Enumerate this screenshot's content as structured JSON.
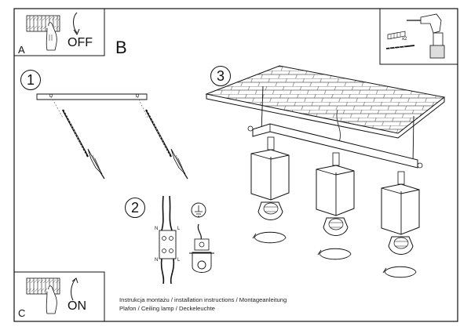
{
  "steps": {
    "A": "A",
    "B": "B",
    "C": "C",
    "one": "1",
    "two": "2",
    "three": "3"
  },
  "switch_states": {
    "off": "OFF",
    "on": "ON"
  },
  "wiring": {
    "neutral": "N",
    "live": "L"
  },
  "drill_box": {
    "quantity": "x2"
  },
  "footer": {
    "line1": "Instrukcja montażu / installation instructions / Montageanleitung",
    "line2": "Plafon / Ceiling lamp / Deckeleuchte"
  }
}
